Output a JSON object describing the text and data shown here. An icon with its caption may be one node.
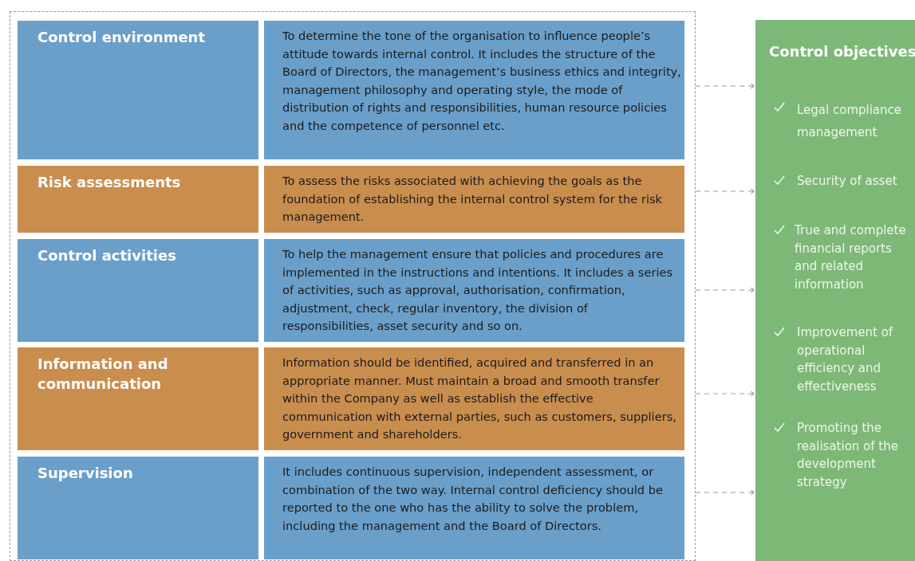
{
  "diagram": {
    "nodes": [
      {
        "text": [],
        "shape": "box"
      },
      {
        "text": [
          "Control environment"
        ],
        "in": 0
      },
      {
        "text": [
          "To determine the tone of the organisation to influence people’s attitude towards internal control. It includes the structure of the Board of Directors, the management’s business ethics and integrity, management philosophy and operating style, the mode of distribution of rights and responsibilities, human resource policies and the competence of personnel etc."
        ],
        "in": 0
      },
      {
        "text": [
          "Risk assessments"
        ],
        "in": 0
      },
      {
        "text": [
          "To assess the risks associated with achieving the goals as the foundation of establishing the internal control system for the risk management."
        ],
        "in": 0
      },
      {
        "text": [
          "Control activities"
        ],
        "in": 0
      },
      {
        "text": [
          "To help the management ensure that policies and procedures are implemented in the instructions and intentions. It includes a series of activities, such as approval, authorisation, confirmation, adjustment, check, regular inventory, the division of responsibilities, asset security and so on."
        ],
        "in": 0
      },
      {
        "text": [
          "Information and communication"
        ],
        "in": 0
      },
      {
        "text": [
          "Information should be identified, acquired and transferred in an appropriate manner. Must maintain a broad and smooth transfer within the Company as well as establish the effective communication with external parties, such as customers, suppliers, government and shareholders."
        ],
        "in": 0
      },
      {
        "text": [
          "Supervision"
        ],
        "in": 0
      },
      {
        "text": [
          "It includes continuous supervision, independent assessment, or combination of the two way. Internal control deficiency should be reported to the one who has the ability to solve the problem, including the management and the Board of Directors."
        ],
        "in": 0
      },
      {
        "text": [
          "Control objectives",
          "Legal compliance management",
          "Security of asset",
          "True and complete financial reports and related information",
          "Improvement of operational efficiency and effectiveness",
          "Promoting the realisation of the development strategy"
        ]
      }
    ],
    "edges": [
      {
        "from": 0,
        "to": 11,
        "arrow": "to",
        "style": "dashed"
      },
      {
        "from": 0,
        "to": 11,
        "arrow": "to",
        "style": "dashed"
      },
      {
        "from": 0,
        "to": 11,
        "arrow": "to",
        "style": "dashed"
      },
      {
        "from": 0,
        "to": 11,
        "arrow": "to",
        "style": "dashed"
      },
      {
        "from": 0,
        "to": 11,
        "arrow": "to",
        "style": "dashed"
      }
    ]
  }
}
